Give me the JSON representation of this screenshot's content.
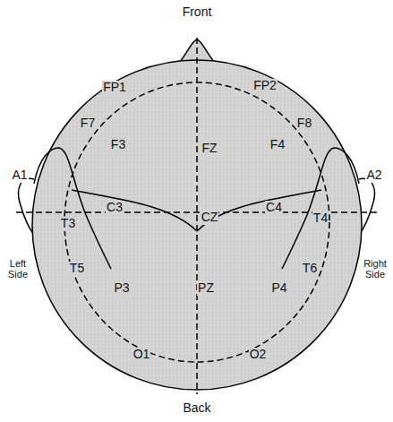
{
  "diagram": {
    "labels": [
      "Front",
      "FP1",
      "FP2",
      "F7",
      "F3",
      "FZ",
      "F4",
      "F8",
      "A1",
      "A2",
      "T3",
      "C3",
      "CZ",
      "C4",
      "T4",
      "Left Side",
      "Right Side",
      "T5",
      "P3",
      "PZ",
      "P4",
      "T6",
      "O1",
      "O2",
      "Back"
    ]
  }
}
